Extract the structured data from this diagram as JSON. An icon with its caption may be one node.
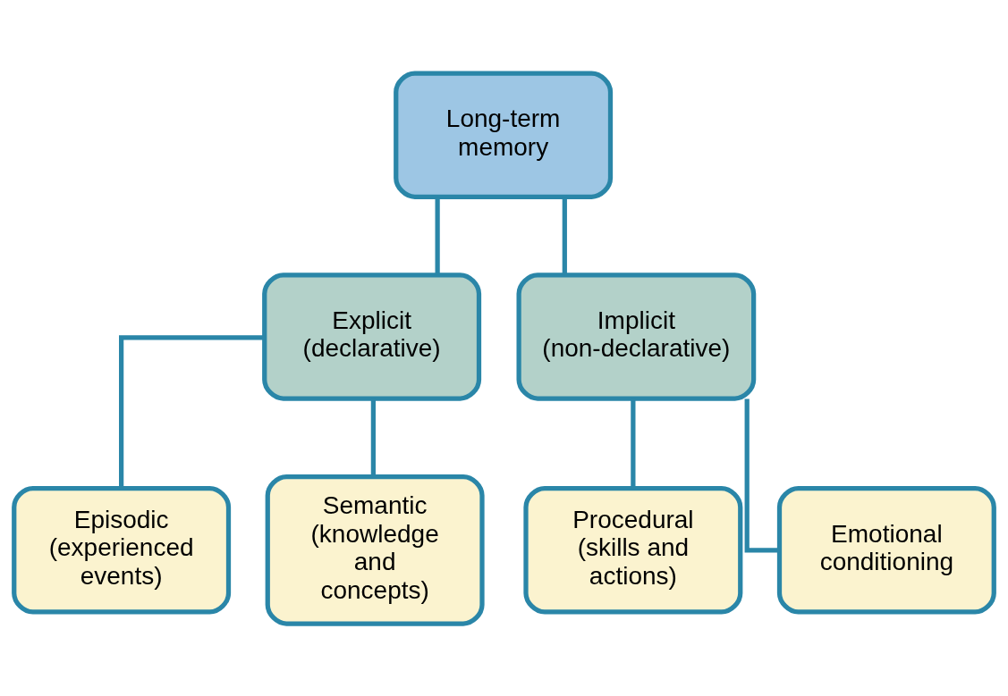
{
  "diagram": {
    "nodes": [
      {
        "text": [
          "Long-term memory"
        ]
      },
      {
        "text": [
          "Explicit (declarative)"
        ]
      },
      {
        "text": [
          "Implicit (non-declarative)"
        ]
      },
      {
        "text": [
          "Episodic (experienced events)"
        ]
      },
      {
        "text": [
          "Semantic (knowledge and concepts)"
        ]
      },
      {
        "text": [
          "Procedural (skills and actions)"
        ]
      },
      {
        "text": [
          "Emotional conditioning"
        ]
      }
    ],
    "edges": [
      {
        "from": 0,
        "to": 1,
        "arrow": "none"
      },
      {
        "from": 0,
        "to": 2,
        "arrow": "none"
      },
      {
        "from": 1,
        "to": 3,
        "arrow": "none"
      },
      {
        "from": 1,
        "to": 4,
        "arrow": "none"
      },
      {
        "from": 2,
        "to": 5,
        "arrow": "none"
      },
      {
        "from": 2,
        "to": 6,
        "arrow": "none"
      }
    ]
  }
}
